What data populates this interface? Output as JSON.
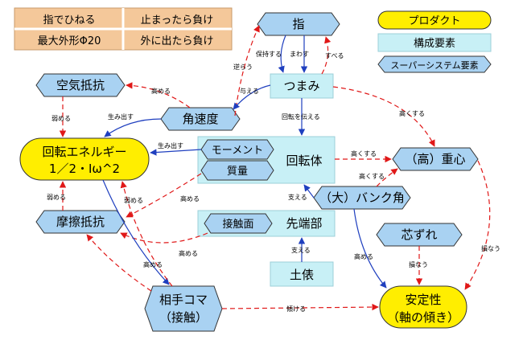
{
  "rules": {
    "r1": "指でひねる",
    "r2": "止まったら負け",
    "r3": "最大外形Φ20",
    "r4": "外に出たら負け"
  },
  "legend": {
    "product": "プロダクト",
    "component": "構成要素",
    "supersystem": "スーパーシステム要素"
  },
  "nodes": {
    "finger": "指",
    "knob": "つまみ",
    "air_resistance": "空気抵抗",
    "angular_velocity": "角速度",
    "rot_energy_1": "回転エネルギー",
    "rot_energy_2": "1／2・Iω^2",
    "moment": "モーメント",
    "mass": "質量",
    "rotor": "回転体",
    "center_of_gravity": "（高）重心",
    "bank_angle": "（大）バンク角",
    "friction": "摩擦抵抗",
    "contact_surface": "接触面",
    "tip": "先端部",
    "misalignment": "芯ずれ",
    "ring": "土俵",
    "opponent_1": "相手コマ",
    "opponent_2": "（接触）",
    "stability_1": "安定性",
    "stability_2": "（軸の傾き）"
  },
  "edges": {
    "e_hold": "保持する",
    "e_turn": "まわす",
    "e_slip": "すべる",
    "e_resist": "逆らう",
    "e_give": "与える",
    "e_raise_air": "高める",
    "e_weaken_air": "弱める",
    "e_produce_av": "生み出す",
    "e_transmit": "回転を伝える",
    "e_raise_cg_knob": "高くする",
    "e_produce_re": "生み出す",
    "e_raise_cg_rotor": "高くする",
    "e_raise_cg_bank": "高くする",
    "e_raise_fric_mass": "高める",
    "e_support_bank": "支える",
    "e_raise_fric_contact": "高める",
    "e_support_ring": "支える",
    "e_weaken_fric": "弱める",
    "e_weaken_opp": "弱める",
    "e_raise_opp": "高める",
    "e_raise_bank_stab": "高める",
    "e_impair_mis": "損なう",
    "e_impair_cg": "損なう",
    "e_tilt": "傾ける"
  }
}
